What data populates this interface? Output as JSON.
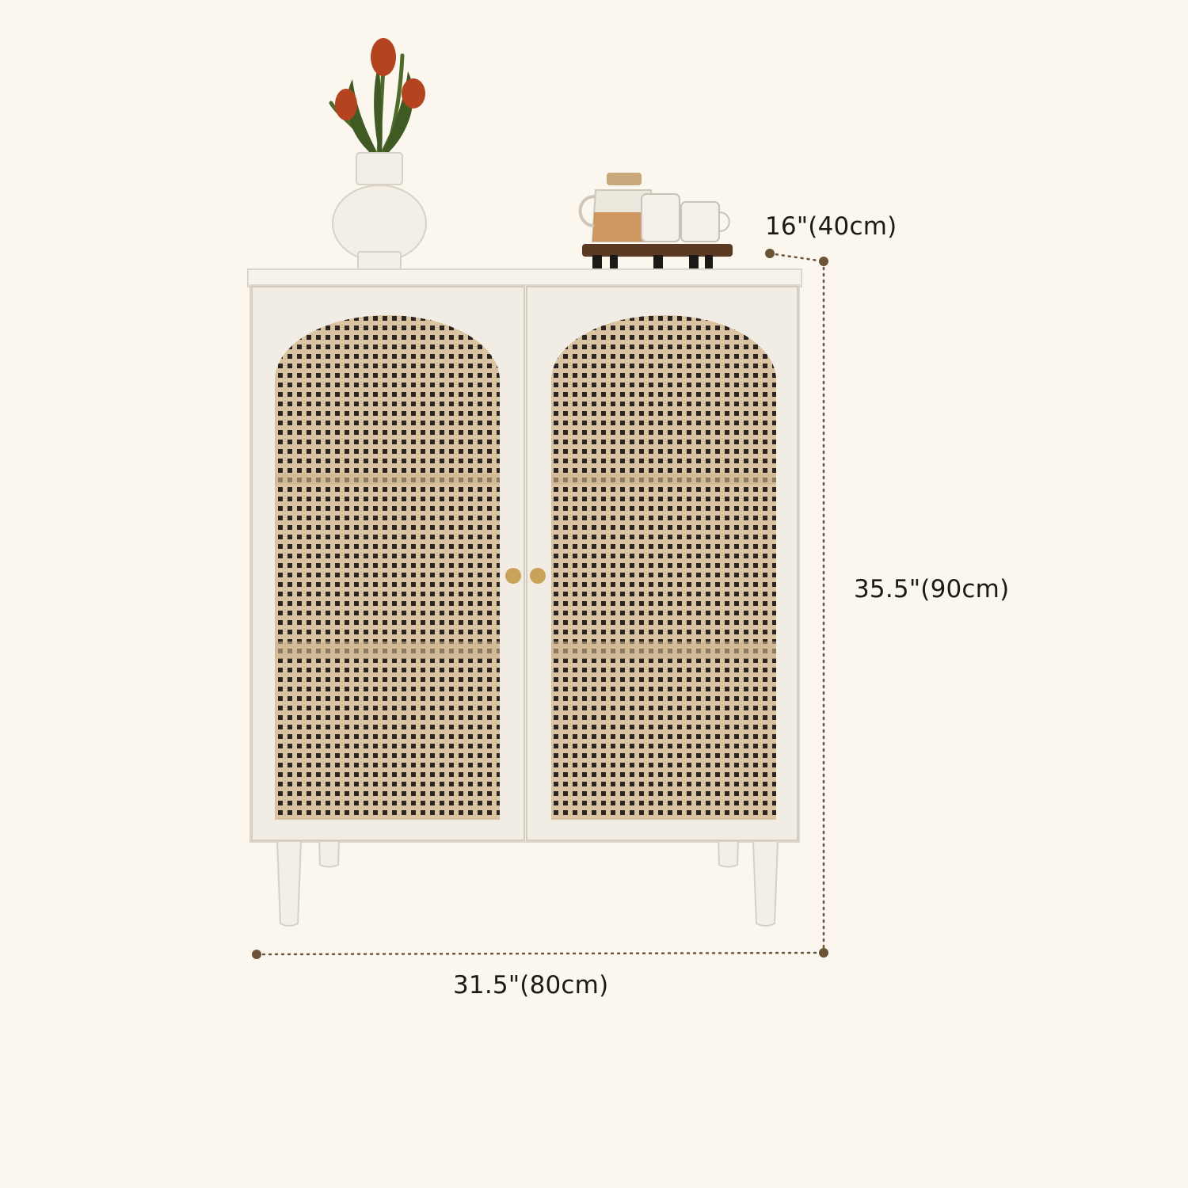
{
  "dimensions": {
    "depth_label": "16\"(40cm)",
    "height_label": "35.5\"(90cm)",
    "width_label": "31.5\"(80cm)"
  },
  "colors": {
    "background": "#fbf7ef",
    "cabinet_body": "#f1ede4",
    "cabinet_edge": "#dcd6ca",
    "rattan": "#d9c3a1",
    "rattan_holes": "#2a2520",
    "handle": "#c9a25a",
    "dimension_line": "#6b5336",
    "tulip": "#b4441f",
    "stem": "#4f6b2c"
  },
  "icons": {
    "cabinet": "cabinet-illustration",
    "vase": "vase-icon",
    "teapot": "teapot-icon"
  }
}
